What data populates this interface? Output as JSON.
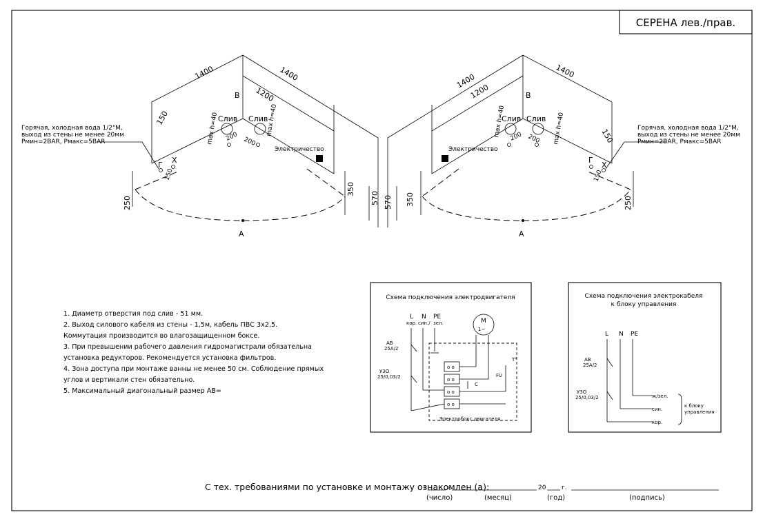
{
  "title_block": {
    "model": "СЕРЕНА лев./прав."
  },
  "left_view": {
    "dim_top_left": "1400",
    "dim_top_right": "1400",
    "dim_inner": "1200",
    "dim_150_top": "150",
    "dim_150_side": "150",
    "dim_250": "250",
    "dim_350": "350",
    "dim_570": "570",
    "dim_200_a": "200",
    "dim_200_b": "200",
    "max_h_a": "max h=40",
    "max_h_b": "max h=40",
    "drain_a": "Слив",
    "drain_b": "Слив",
    "label_electric": "Электричество",
    "label_hot": "Г",
    "label_cold": "Х",
    "point_b": "B",
    "point_a": "A",
    "water_note": [
      "Горячая, холодная вода 1/2\"M,",
      "выход из стены не менее 20мм",
      "Pмин=2BAR, Pмакс=5BAR"
    ]
  },
  "right_view": {
    "dim_top_left": "1400",
    "dim_top_right": "1400",
    "dim_inner": "1200",
    "dim_150_top": "150",
    "dim_150_side": "150",
    "dim_250": "250",
    "dim_350": "350",
    "dim_570": "570",
    "dim_200_a": "200",
    "dim_200_b": "200",
    "max_h_a": "max h=40",
    "max_h_b": "max h=40",
    "drain_a": "Слив",
    "drain_b": "Слив",
    "label_electric": "Электричество",
    "label_hot": "Г",
    "label_cold": "Х",
    "point_b": "B",
    "point_a": "A",
    "water_note": [
      "Горячая, холодная вода 1/2\"M,",
      "выход из стены не менее 20мм",
      "Pмин=2BAR, Pмакс=5BAR"
    ]
  },
  "notes": [
    "1. Диаметр отверстия под слив - 51 мм.",
    "2. Выход силового кабеля из стены - 1,5м, кабель ПВС 3х2,5.",
    "    Коммутация производится во влагозащищенном боксе.",
    "3. При превышении рабочего давления гидромагистрали обязательна",
    "    установка редукторов. Рекомендуется установка фильтров.",
    "4. Зона доступа при монтаже ванны не менее 50 см. Соблюдение прямых",
    "    углов и вертикали стен обязательно.",
    "5. Максимальный диагональный размер AB="
  ],
  "motor_scheme": {
    "title": "Схема подключения электродвигателя",
    "L": "L",
    "N": "N",
    "PE": "PE",
    "L_sub": "кор.",
    "N_sub": "син./",
    "PE_sub": "зел.",
    "av": "АВ",
    "av_rating": "25А/2",
    "uzo": "УЗО",
    "uzo_rating": "25/0,03/2",
    "motor_m": "M",
    "motor_phase": "1~",
    "cap": "C",
    "fu": "FU",
    "temp": "T°",
    "terminal_dots": "о о",
    "box_caption": "Электробокс двигателя"
  },
  "cable_scheme": {
    "title_1": "Схема подключения электрокабеля",
    "title_2": "к блоку управления",
    "L": "L",
    "N": "N",
    "PE": "PE",
    "av": "АВ",
    "av_rating": "25А/2",
    "uzo": "УЗО",
    "uzo_rating": "25/0,03/2",
    "wire_1": "ж/зел.",
    "wire_2": "син.",
    "wire_3": "кор.",
    "to_unit": [
      "к блоку",
      "управления"
    ]
  },
  "signature": {
    "text": "С тех. требованиями по установке и монтажу ознакомлен (а):",
    "quote_open": "«",
    "quote_close": "»",
    "year_prefix": "20",
    "year_suffix": "г.",
    "cap_day": "(число)",
    "cap_month": "(месяц)",
    "cap_year": "(год)",
    "cap_sign": "(подпись)"
  }
}
